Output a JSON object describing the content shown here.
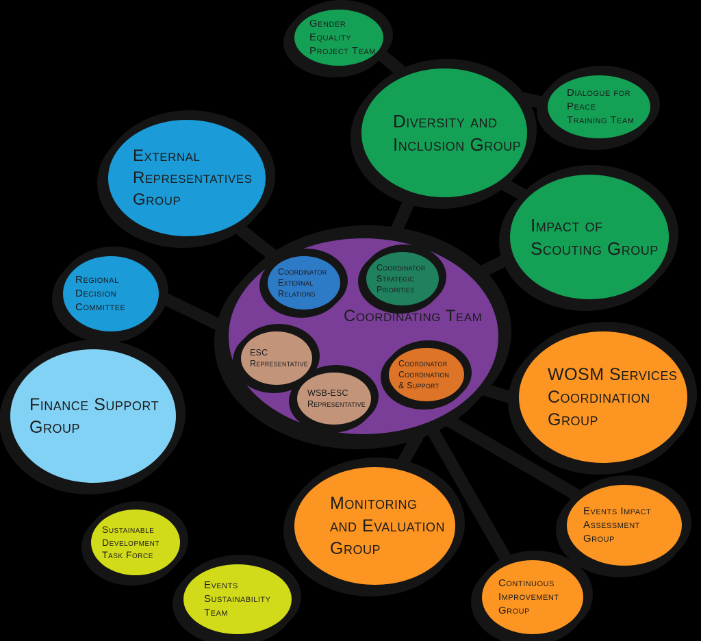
{
  "diagram": {
    "type": "mind-map",
    "background": "#000000",
    "outline_color": "#151515",
    "text_color": "#1c1c1c"
  },
  "center": {
    "label": "Coordinating Team",
    "color": "#7a3e99",
    "members": [
      {
        "id": "coordinator-external-relations",
        "label": "Coordinator\nExternal\nRelations",
        "color": "#2d7ac6"
      },
      {
        "id": "coordinator-strategic-priorities",
        "label": "Coordinator\nStrategic\nPriorities",
        "color": "#20815f"
      },
      {
        "id": "esc-representative",
        "label": "ESC\nRepresentative",
        "color": "#c2947a"
      },
      {
        "id": "wsb-esc-representative",
        "label": "WSB-ESC\nRepresentative",
        "color": "#c2947a"
      },
      {
        "id": "coordinator-coordination-support",
        "label": "Coordinator\nCoordination\n& Support",
        "color": "#dd7428"
      }
    ]
  },
  "groups": [
    {
      "id": "gender-equality-project-team",
      "label": "Gender Equality\nProject Team",
      "color": "#14a156"
    },
    {
      "id": "diversity-inclusion-group",
      "label": "Diversity and\nInclusion Group",
      "color": "#14a156"
    },
    {
      "id": "dialogue-for-peace-training-team",
      "label": "Dialogue for Peace\nTraining Team",
      "color": "#14a156"
    },
    {
      "id": "impact-of-scouting-group",
      "label": "Impact of\nScouting Group",
      "color": "#14a156"
    },
    {
      "id": "external-representatives-group",
      "label": "External\nRepresentatives\nGroup",
      "color": "#1b9bd8"
    },
    {
      "id": "regional-decision-committee",
      "label": "Regional\nDecision\nCommittee",
      "color": "#1b9bd8"
    },
    {
      "id": "finance-support-group",
      "label": "Finance Support\nGroup",
      "color": "#82d2f5"
    },
    {
      "id": "sustainable-development-task-force",
      "label": "Sustainable\nDevelopment\nTask Force",
      "color": "#d2db19"
    },
    {
      "id": "events-sustainability-team",
      "label": "Events\nSustainability\nTeam",
      "color": "#d2db19"
    },
    {
      "id": "monitoring-and-evaluation-group",
      "label": "Monitoring\nand Evaluation\nGroup",
      "color": "#fd9522"
    },
    {
      "id": "wosm-services-coordination-group",
      "label": "WOSM Services\nCoordination\nGroup",
      "color": "#fd9522"
    },
    {
      "id": "events-impact-assessment-group",
      "label": "Events Impact\nAssessment\nGroup",
      "color": "#fd9522"
    },
    {
      "id": "continuous-improvement-group",
      "label": "Continuous\nImprovement\nGroup",
      "color": "#fd9522"
    }
  ],
  "connections": [
    [
      "gender-equality-project-team",
      "diversity-inclusion-group"
    ],
    [
      "diversity-inclusion-group",
      "dialogue-for-peace-training-team"
    ],
    [
      "diversity-inclusion-group",
      "coordinating-team"
    ],
    [
      "diversity-inclusion-group",
      "impact-of-scouting-group"
    ],
    [
      "impact-of-scouting-group",
      "coordinating-team"
    ],
    [
      "external-representatives-group",
      "coordinating-team"
    ],
    [
      "regional-decision-committee",
      "coordinating-team"
    ],
    [
      "wosm-services-coordination-group",
      "coordinating-team"
    ],
    [
      "monitoring-and-evaluation-group",
      "coordinating-team"
    ],
    [
      "events-impact-assessment-group",
      "coordinating-team"
    ],
    [
      "continuous-improvement-group",
      "coordinating-team"
    ]
  ]
}
